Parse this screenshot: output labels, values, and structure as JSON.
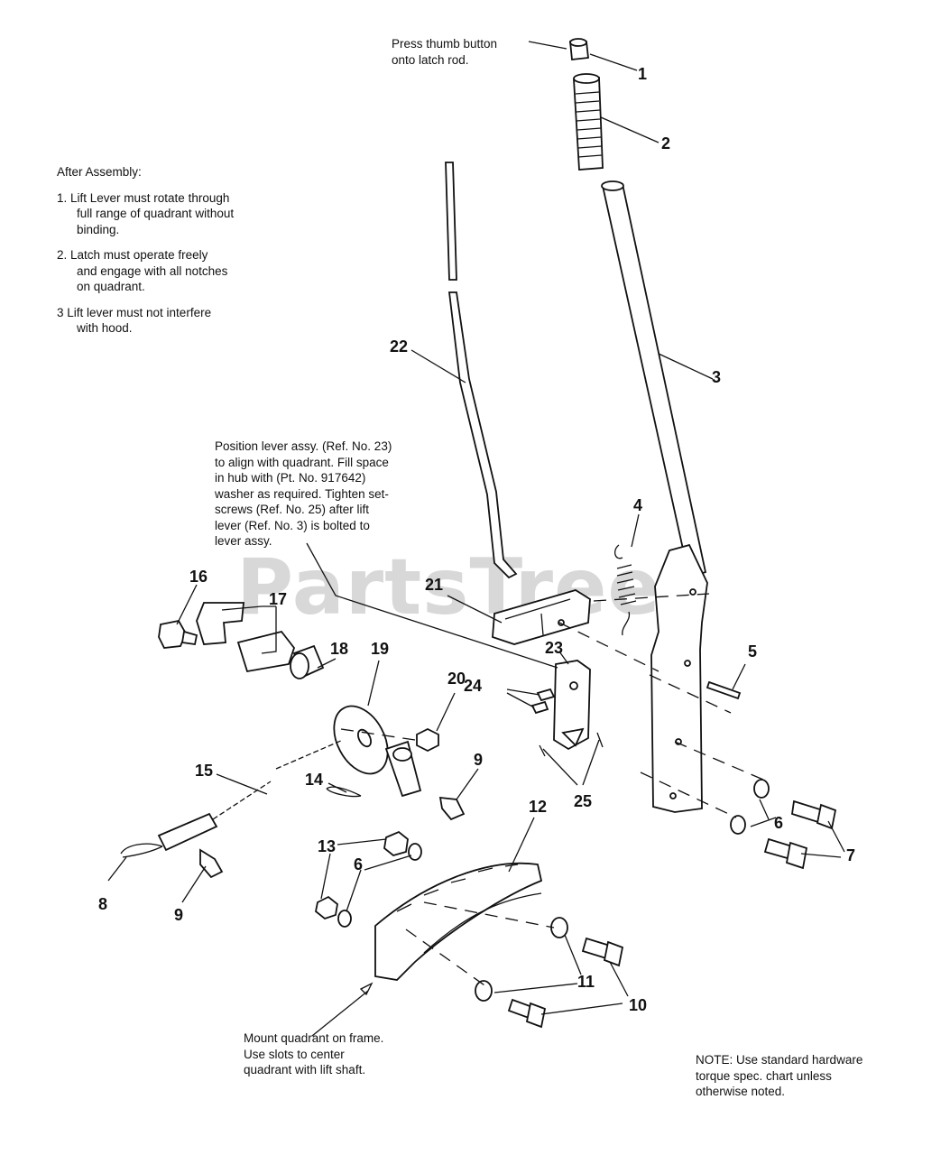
{
  "watermark": "PartsTree",
  "notes": {
    "press_thumb": [
      "Press thumb button",
      "onto latch rod."
    ],
    "after_assembly_title": "After Assembly:",
    "after_assembly_items": [
      [
        "1.  Lift Lever must rotate through",
        "full range of quadrant without",
        "binding."
      ],
      [
        "2.  Latch must operate freely",
        "and engage with all notches",
        "on quadrant."
      ],
      [
        "3   Lift lever must not interfere",
        "with hood."
      ]
    ],
    "position_lever": [
      "Position lever assy. (Ref. No. 23)",
      "to align with quadrant. Fill space",
      "in hub with (Pt. No. 917642)",
      "washer as required. Tighten set-",
      "screws (Ref. No. 25) after lift",
      "lever (Ref. No. 3) is bolted to",
      "lever assy."
    ],
    "mount_quadrant": [
      "Mount quadrant on frame.",
      "Use slots to center",
      "quadrant with lift shaft."
    ],
    "hardware_note": [
      "NOTE: Use standard hardware",
      "torque spec. chart unless",
      "otherwise noted."
    ]
  },
  "callouts": {
    "n1": "1",
    "n2": "2",
    "n3": "3",
    "n4": "4",
    "n5": "5",
    "n6a": "6",
    "n6b": "6",
    "n7": "7",
    "n8": "8",
    "n9a": "9",
    "n9b": "9",
    "n10": "10",
    "n11": "11",
    "n12": "12",
    "n13": "13",
    "n14": "14",
    "n15": "15",
    "n16": "16",
    "n17": "17",
    "n18": "18",
    "n19": "19",
    "n20": "20",
    "n21": "21",
    "n22": "22",
    "n23": "23",
    "n24": "24",
    "n25": "25"
  }
}
